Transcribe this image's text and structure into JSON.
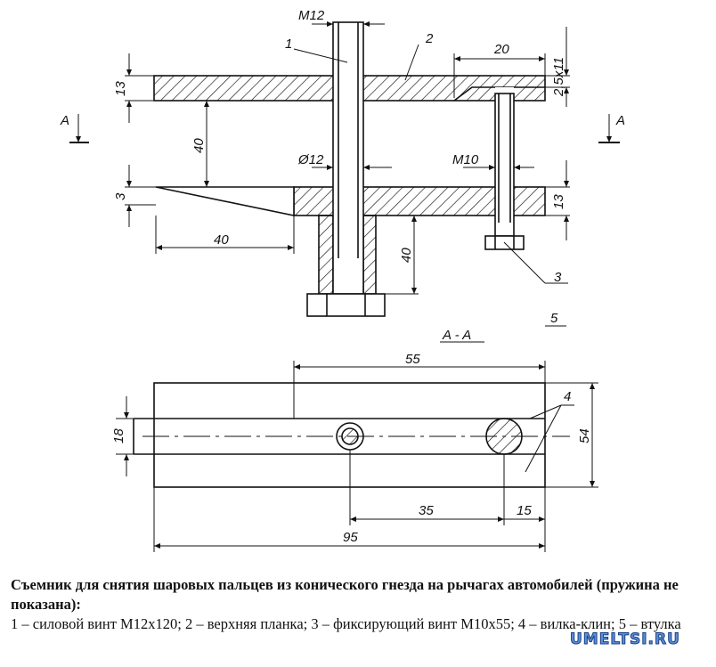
{
  "drawing": {
    "labels": {
      "m12": "M12",
      "p1": "1",
      "p2": "2",
      "d20": "20",
      "slot": "2,5x11",
      "d13_top": "13",
      "sec_a_left": "A",
      "sec_a_right": "A",
      "d40_vert": "40",
      "dia12": "Ø12",
      "m10": "M10",
      "d3": "3",
      "d13_right": "13",
      "d40_horiz": "40",
      "d40_sleeve": "40",
      "p3": "3",
      "p5": "5",
      "section_title": "A - A",
      "d55": "55",
      "d18": "18",
      "d54": "54",
      "p4": "4",
      "d35": "35",
      "d15": "15",
      "d95": "95"
    }
  },
  "caption": {
    "title": "Съемник для снятия шаровых пальцев из конического гнезда на рычагах автомобилей (пружина не показана):",
    "legend": "1 – силовой винт М12х120; 2 – верхняя планка; 3 – фиксирующий винт М10х55; 4 – вилка-клин; 5 – втулка"
  },
  "watermark": "UMELTSI.RU"
}
